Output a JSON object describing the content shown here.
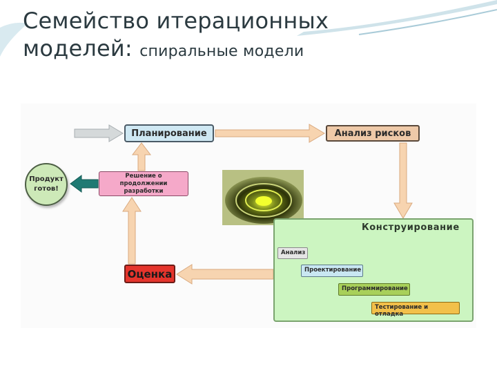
{
  "title": {
    "main": "Семейство итерационных моделей:",
    "line1": "Семейство итерационных",
    "line2": "моделей:",
    "subtitle": "спиральные модели"
  },
  "diagram": {
    "planning": "Планирование",
    "risk_analysis": "Анализ рисков",
    "decision": "Решение о продолжении разработки",
    "product_ready": "Продукт готов!",
    "evaluation": "Оценка",
    "construction": {
      "title": "Конструирование",
      "steps": [
        "Анализ",
        "Проектирование",
        "Программирование",
        "Тестирование и отладка"
      ]
    }
  },
  "colors": {
    "arrow_fill": "#f7d4b0",
    "arrow_stroke": "#d9a97e",
    "input_arrow": "#d5d9da",
    "back_arrow": "#1f7a73",
    "construction_bg": "#ccf5c1"
  }
}
